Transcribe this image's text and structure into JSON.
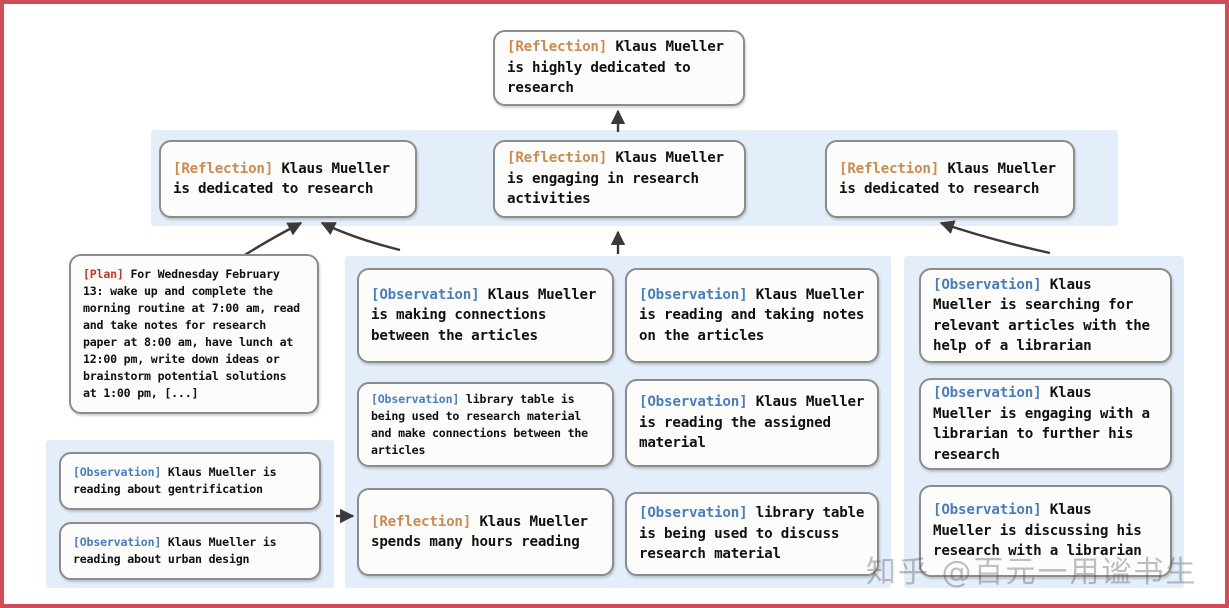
{
  "figure": {
    "title": "Reflection tree for Klaus Mueller memory stream",
    "border_color": "#d24b5a",
    "panel_color": "#e4edfa",
    "node_bg": "#fcfcfa",
    "node_border": "#8c8c8c",
    "tag_colors": {
      "reflection": "#c98b52",
      "observation": "#4a7ebb",
      "plan": "#c0392b"
    }
  },
  "watermark": {
    "text": "知乎 @百元一用谧书生"
  },
  "root": {
    "tag": "[Reflection]",
    "tag_type": "reflection",
    "text": " Klaus Mueller is highly dedicated to research"
  },
  "reflections": [
    {
      "tag": "[Reflection]",
      "tag_type": "reflection",
      "text": " Klaus Mueller is dedicated to research"
    },
    {
      "tag": "[Reflection]",
      "tag_type": "reflection",
      "text": " Klaus Mueller is engaging in research activities"
    },
    {
      "tag": "[Reflection]",
      "tag_type": "reflection",
      "text": " Klaus Mueller is dedicated to research"
    }
  ],
  "plan": {
    "tag": "[Plan]",
    "tag_type": "plan",
    "text": " For Wednesday February 13: wake up and complete the morning routine at 7:00 am, read and take notes for research paper at 8:00 am, have lunch at 12:00 pm, write down ideas or brainstorm potential solutions at 1:00 pm, [...]"
  },
  "left_observations": [
    {
      "tag": "[Observation]",
      "tag_type": "observation",
      "text": " Klaus Mueller is reading about gentrification"
    },
    {
      "tag": "[Observation]",
      "tag_type": "observation",
      "text": " Klaus Mueller is reading about urban design"
    }
  ],
  "column_a": [
    {
      "tag": "[Observation]",
      "tag_type": "observation",
      "text": " Klaus Mueller is making connections between the articles"
    },
    {
      "tag": "[Observation]",
      "tag_type": "observation",
      "text": " library table is being used to research material and make connections between the articles"
    },
    {
      "tag": "[Reflection]",
      "tag_type": "reflection",
      "text": " Klaus Mueller spends many hours reading"
    }
  ],
  "column_b": [
    {
      "tag": "[Observation]",
      "tag_type": "observation",
      "text": " Klaus Mueller is reading and taking notes on the articles"
    },
    {
      "tag": "[Observation]",
      "tag_type": "observation",
      "text": " Klaus Mueller is reading the assigned material"
    },
    {
      "tag": "[Observation]",
      "tag_type": "observation",
      "text": " library table is being used to discuss research material"
    }
  ],
  "column_c": [
    {
      "tag": "[Observation]",
      "tag_type": "observation",
      "text": " Klaus Mueller is searching for relevant articles with the help of a librarian"
    },
    {
      "tag": "[Observation]",
      "tag_type": "observation",
      "text": " Klaus Mueller is engaging with a librarian to further his research"
    },
    {
      "tag": "[Observation]",
      "tag_type": "observation",
      "text": " Klaus Mueller is discussing his research with a librarian"
    }
  ]
}
